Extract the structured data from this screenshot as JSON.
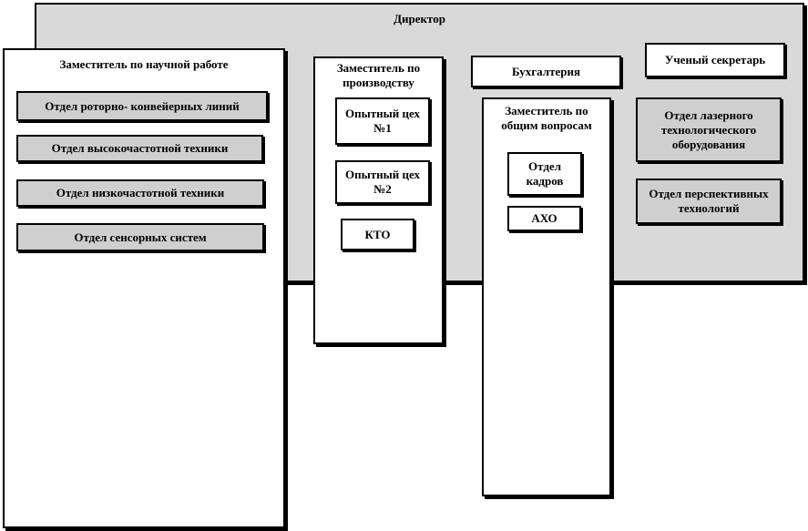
{
  "director": {
    "label": "Директор"
  },
  "science_deputy": {
    "label": "Заместитель по научной работе",
    "departments": [
      "Отдел роторно- конвейерных линий",
      "Отдел высокочастотной техники",
      "Отдел низкочастотной техники",
      "Отдел сенсорных систем"
    ]
  },
  "production_deputy": {
    "label": "Заместитель по производству",
    "units": [
      "Опытный цех №1",
      "Опытный цех №2",
      "КТО"
    ]
  },
  "accounting": {
    "label": "Бухгалтерия"
  },
  "general_deputy": {
    "label": "Заместитель по общим вопросам",
    "units": [
      "Отдел кадров",
      "АХО"
    ]
  },
  "scientific_secretary": {
    "label": "Ученый секретарь"
  },
  "secretary_departments": [
    "Отдел лазерного технологического оборудования",
    "Отдел перспективных технологий"
  ]
}
